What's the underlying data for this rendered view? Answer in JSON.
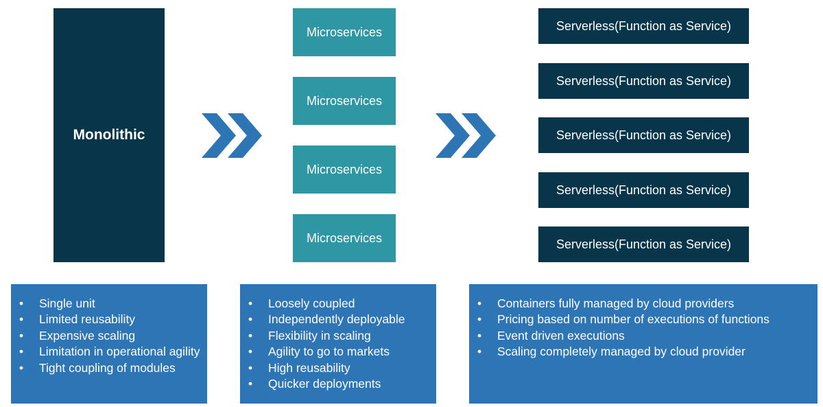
{
  "monolithic": {
    "label": "Monolithic"
  },
  "microservices": {
    "labels": [
      "Microservices",
      "Microservices",
      "Microservices",
      "Microservices"
    ]
  },
  "serverless": {
    "labels": [
      "Serverless(Function as Service)",
      "Serverless(Function as Service)",
      "Serverless(Function as Service)",
      "Serverless(Function as Service)",
      "Serverless(Function as Service)"
    ]
  },
  "panels": {
    "monolithic": [
      "Single unit",
      "Limited reusability",
      "Expensive scaling",
      "Limitation in operational agility",
      "Tight coupling of modules"
    ],
    "microservices": [
      "Loosely coupled",
      "Independently deployable",
      "Flexibility in scaling",
      "Agility to go to markets",
      "High reusability",
      "Quicker deployments"
    ],
    "serverless": [
      "Containers fully managed by cloud providers",
      "Pricing based on number of executions of functions",
      "Event driven executions",
      "Scaling completely managed by cloud provider"
    ]
  },
  "colors": {
    "dark": "#08354a",
    "teal": "#2f96a3",
    "panel": "#2e75b6",
    "arrow": "#2e75b6"
  },
  "icons": [
    "double-chevron-right-icon",
    "double-chevron-right-icon"
  ]
}
